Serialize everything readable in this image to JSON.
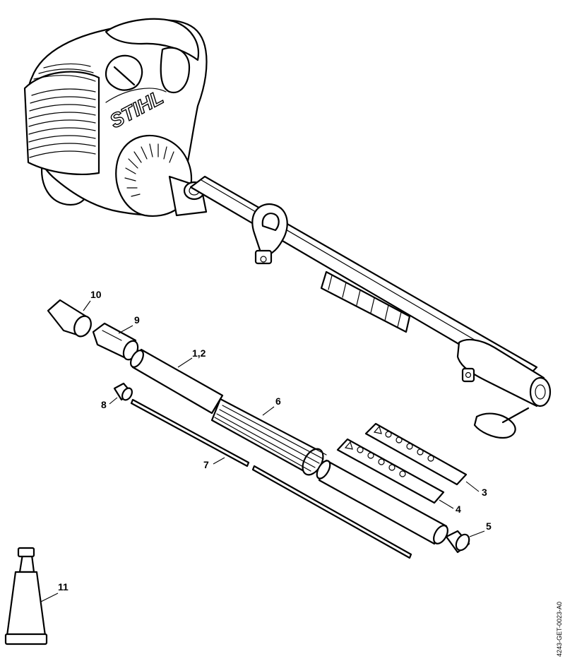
{
  "brand": "STIHL",
  "drawing_code": "4243-GET-0023-A0",
  "callouts": [
    {
      "id": "label-10",
      "text": "10"
    },
    {
      "id": "label-9",
      "text": "9"
    },
    {
      "id": "label-1-2",
      "text": "1,2"
    },
    {
      "id": "label-8",
      "text": "8"
    },
    {
      "id": "label-6",
      "text": "6"
    },
    {
      "id": "label-7",
      "text": "7"
    },
    {
      "id": "label-3",
      "text": "3"
    },
    {
      "id": "label-4",
      "text": "4"
    },
    {
      "id": "label-5",
      "text": "5"
    },
    {
      "id": "label-11",
      "text": "11"
    }
  ]
}
